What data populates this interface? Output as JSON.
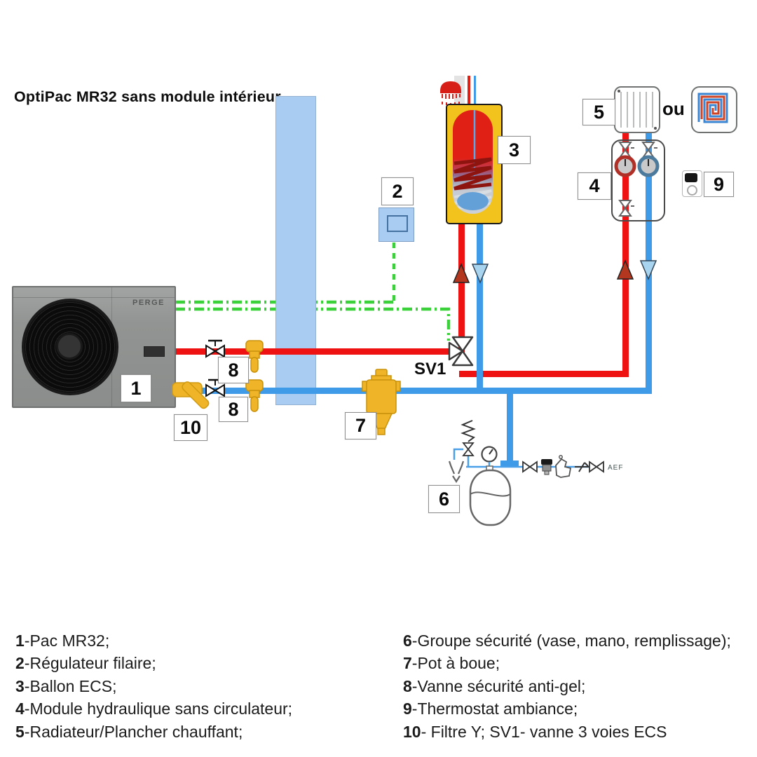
{
  "title": "OptiPac MR32 sans module intérieur",
  "heat_pump": {
    "brand": "PERGE"
  },
  "labels": {
    "n1": "1",
    "n2": "2",
    "n3": "3",
    "n4": "4",
    "n5": "5",
    "n6": "6",
    "n7": "7",
    "n8": "8",
    "n9": "9",
    "n10": "10",
    "sv1": "SV1",
    "ou": "ou",
    "aef": "AEF"
  },
  "legend": {
    "left": [
      {
        "num": "1",
        "text": "-Pac MR32;"
      },
      {
        "num": "2",
        "text": "-Régulateur filaire;"
      },
      {
        "num": "3",
        "text": "-Ballon ECS;"
      },
      {
        "num": "4",
        "text": "-Module hydraulique sans circulateur;"
      },
      {
        "num": "5",
        "text": "-Radiateur/Plancher chauffant;"
      }
    ],
    "right": [
      {
        "num": "6",
        "text": "-Groupe sécurité (vase, mano, remplissage);"
      },
      {
        "num": "7",
        "text": "-Pot à boue;"
      },
      {
        "num": "8",
        "text": "-Vanne sécurité anti-gel;"
      },
      {
        "num": "9",
        "text": "-Thermostat ambiance;"
      },
      {
        "num": "10",
        "text": "- Filtre Y; SV1- vanne 3 voies ECS"
      }
    ]
  },
  "colors": {
    "hot_pipe": "#ee1212",
    "cold_pipe": "#3f9be8",
    "control_wire": "#3bd13b",
    "brass_components": "#f0b428",
    "wall": "#a9cdf2",
    "tank_shell": "#f2c21d",
    "tank_hot": "#e02015"
  }
}
